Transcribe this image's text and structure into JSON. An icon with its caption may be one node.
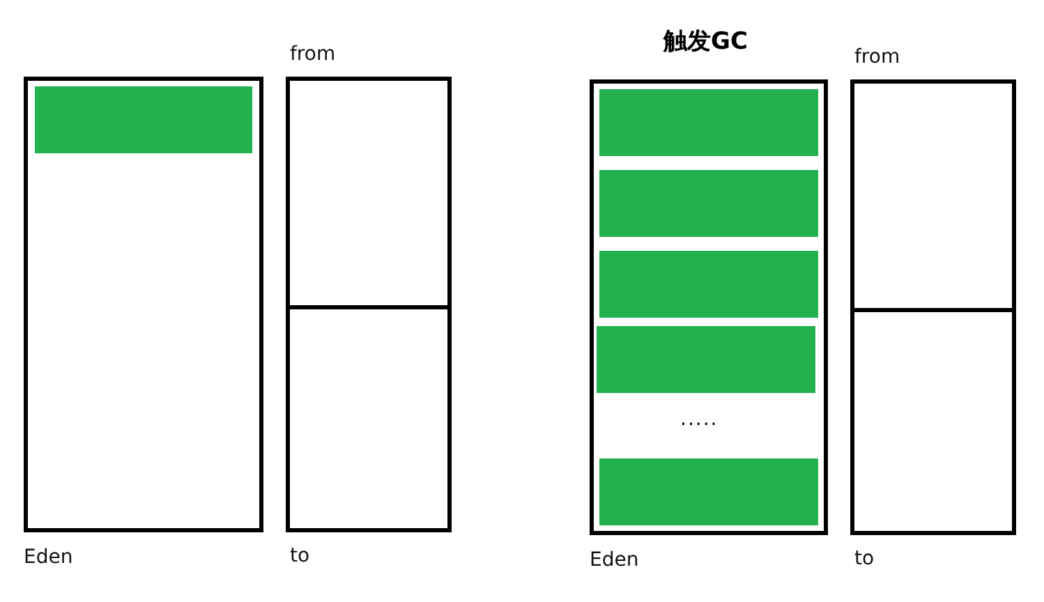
{
  "diagram": {
    "nodes": [
      {
        "text": [
          "Eden"
        ]
      },
      {
        "text": [],
        "shape": "bar",
        "in": 0
      },
      {
        "text": [
          "from"
        ]
      },
      {
        "text": [
          "to"
        ]
      },
      {
        "text": [
          "Eden"
        ]
      },
      {
        "text": [],
        "shape": "bar",
        "in": 4
      },
      {
        "text": [],
        "shape": "bar",
        "in": 4
      },
      {
        "text": [],
        "shape": "bar",
        "in": 4
      },
      {
        "text": [],
        "shape": "bar",
        "in": 4
      },
      {
        "text": [],
        "shape": "bar",
        "in": 4
      },
      {
        "text": [
          "from"
        ]
      },
      {
        "text": [
          "to"
        ]
      }
    ],
    "labels": [
      "触发GC",
      "....."
    ]
  }
}
